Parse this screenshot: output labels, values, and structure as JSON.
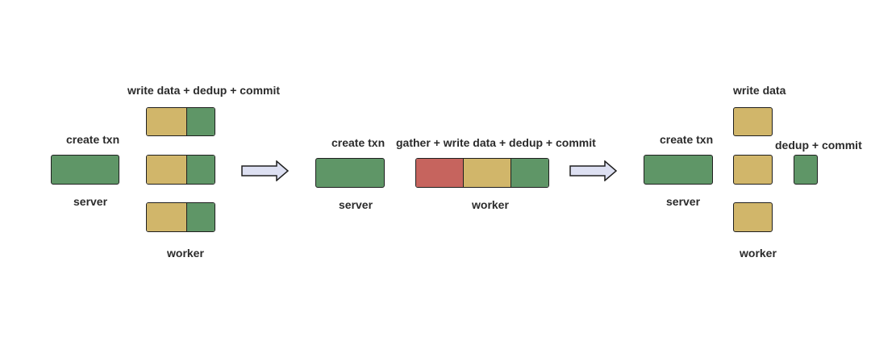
{
  "colors": {
    "green": "#5f9667",
    "tan": "#d1b66a",
    "red": "#c6645e",
    "arrow_fill": "#dde0f2",
    "stroke": "#1f1f1f"
  },
  "panel1": {
    "top_label": "write data + dedup + commit",
    "create_label": "create txn",
    "server_label": "server",
    "worker_label": "worker"
  },
  "panel2": {
    "create_label": "create txn",
    "pipeline_label": "gather + write data + dedup + commit",
    "server_label": "server",
    "worker_label": "worker"
  },
  "panel3": {
    "top_label": "write data",
    "create_label": "create txn",
    "dedup_label": "dedup + commit",
    "server_label": "server",
    "worker_label": "worker"
  }
}
